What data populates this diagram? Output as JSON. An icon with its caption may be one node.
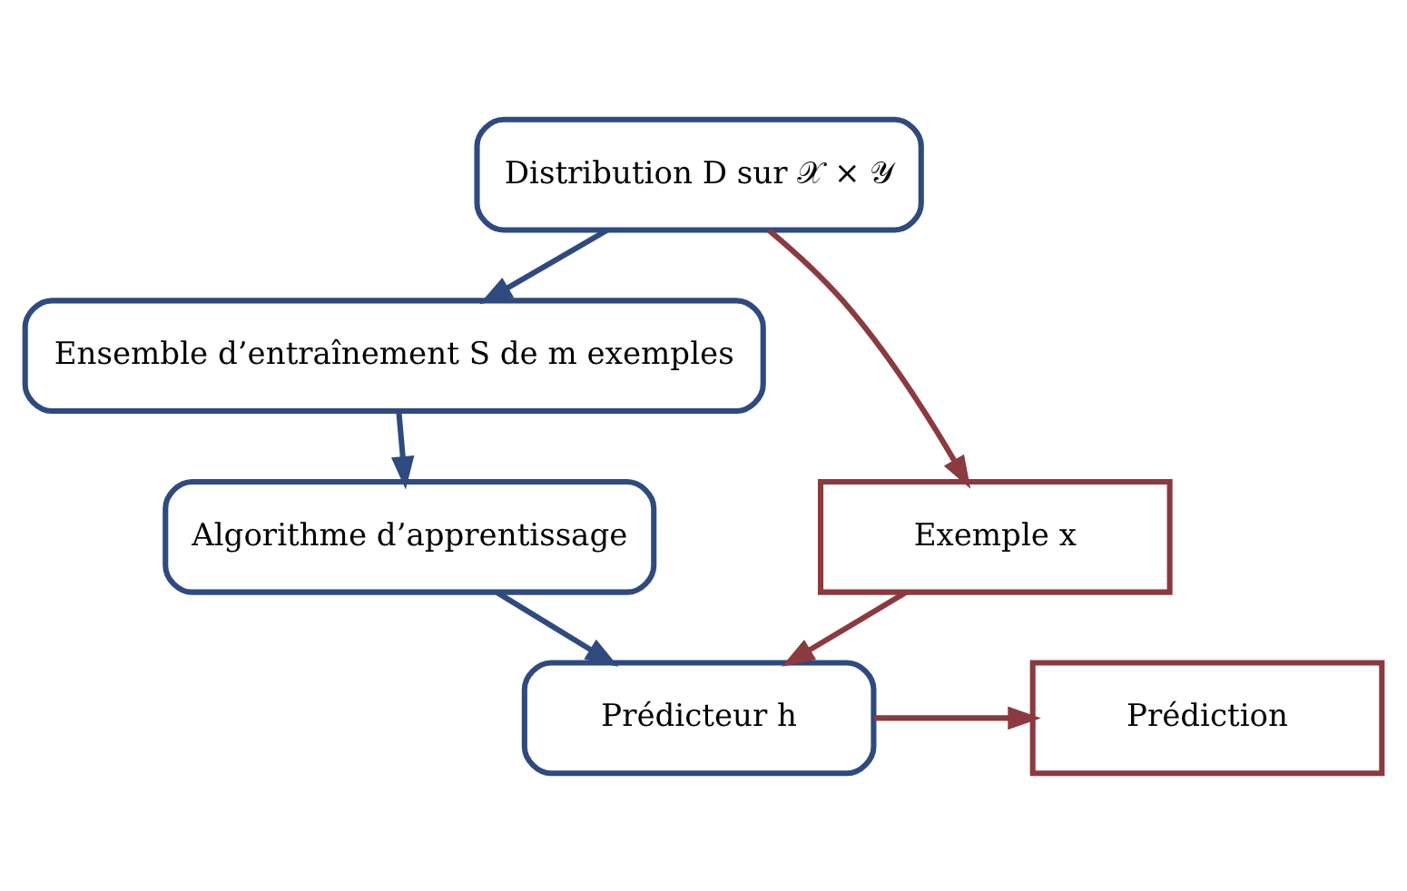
{
  "diagram": {
    "nodes": [
      {
        "text": [
          "Distribution D sur 𝒳 × 𝒴"
        ]
      },
      {
        "text": [
          "Ensemble d’entraînement S de m exemples"
        ]
      },
      {
        "text": [
          "Algorithme d’apprentissage"
        ]
      },
      {
        "text": [
          "Exemple x"
        ]
      },
      {
        "text": [
          "Prédicteur h"
        ]
      },
      {
        "text": [
          "Prédiction"
        ]
      }
    ],
    "edges": [
      {
        "from": 0,
        "to": 1,
        "arrow": "to"
      },
      {
        "from": 1,
        "to": 2,
        "arrow": "to"
      },
      {
        "from": 2,
        "to": 4,
        "arrow": "to"
      },
      {
        "from": 0,
        "to": 3,
        "arrow": "to",
        "color": "#8b3a3f"
      },
      {
        "from": 3,
        "to": 4,
        "arrow": "to",
        "color": "#8b3a3f"
      },
      {
        "from": 4,
        "to": 5,
        "arrow": "to",
        "color": "#8b3a3f"
      }
    ]
  }
}
